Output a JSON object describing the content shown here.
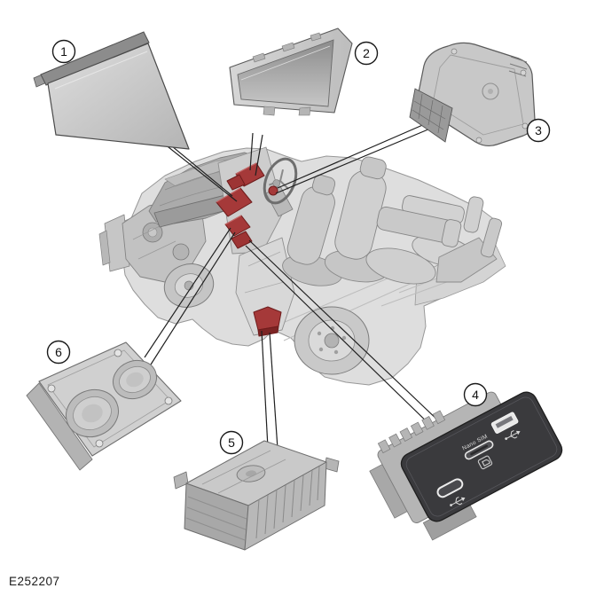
{
  "figure": {
    "label": "E252207"
  },
  "colors": {
    "background": "#ffffff",
    "highlight_red": "#a53939",
    "highlight_red_dark": "#7c2424",
    "leader_line": "#1f1f1f",
    "body_gray": "#cdcdcd",
    "hub_plate": "#3a3a3d"
  },
  "callouts": [
    {
      "number": "1",
      "part": "touchscreen-display-panel"
    },
    {
      "number": "2",
      "part": "instrument-cluster"
    },
    {
      "number": "3",
      "part": "display-control-module"
    },
    {
      "number": "4",
      "part": "media-interface-hub"
    },
    {
      "number": "5",
      "part": "audio-amplifier-module"
    },
    {
      "number": "6",
      "part": "speaker-enclosure"
    }
  ],
  "media_hub": {
    "sim_label": "Nano SIM",
    "ports": [
      "usb-c-port",
      "nano-sim-slot",
      "usb-a-port"
    ]
  }
}
